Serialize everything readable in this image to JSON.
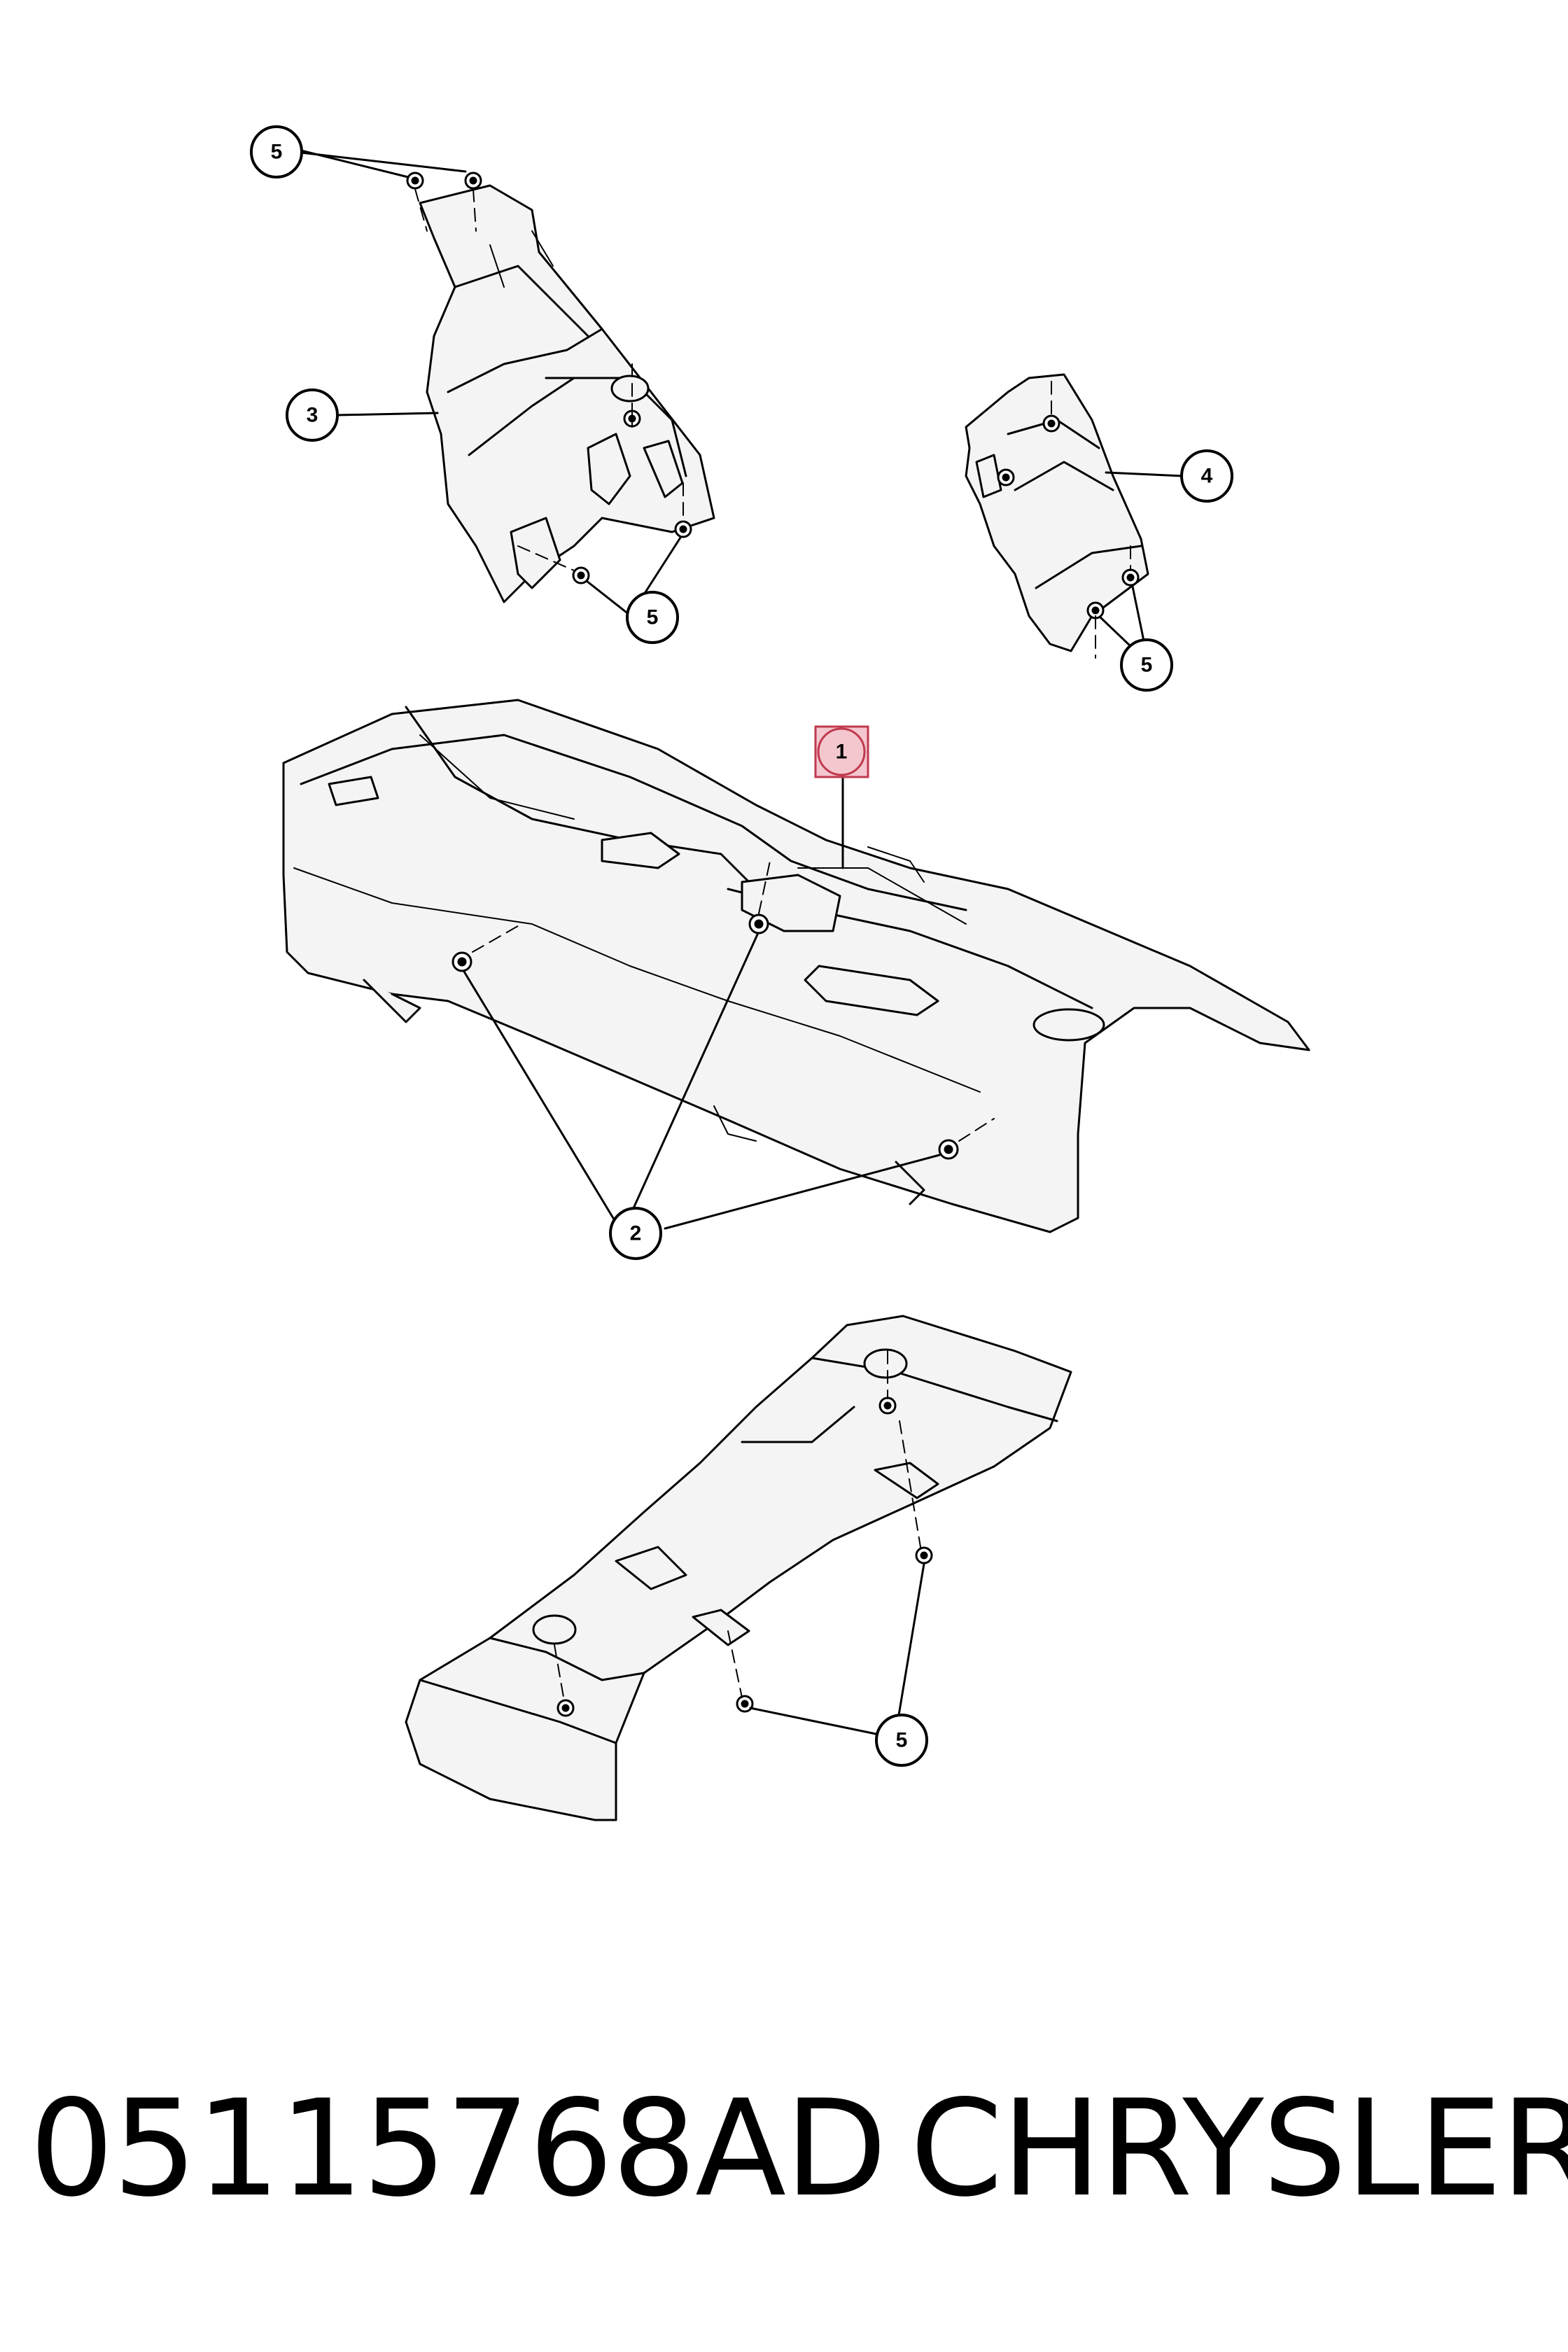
{
  "diagram": {
    "callouts": [
      {
        "id": "callout-5-top",
        "label": "5"
      },
      {
        "id": "callout-3",
        "label": "3"
      },
      {
        "id": "callout-5-left-lower",
        "label": "5"
      },
      {
        "id": "callout-4",
        "label": "4"
      },
      {
        "id": "callout-5-right",
        "label": "5"
      },
      {
        "id": "callout-1",
        "label": "1"
      },
      {
        "id": "callout-2",
        "label": "2"
      },
      {
        "id": "callout-5-bottom",
        "label": "5"
      }
    ],
    "highlight_color": "#f4c7cf",
    "highlight_border": "#c0394e"
  },
  "footer": {
    "part_number": "05115768AD",
    "brand": "CHRYSLER"
  }
}
